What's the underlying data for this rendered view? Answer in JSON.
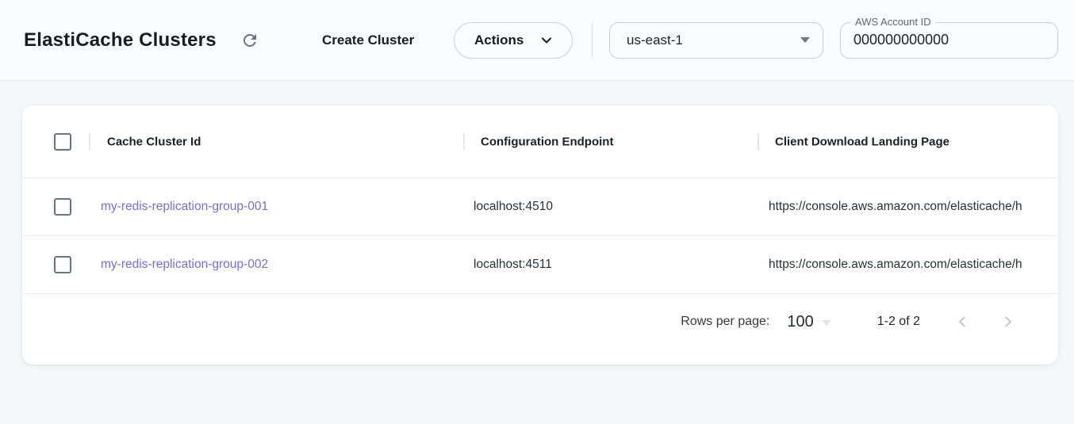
{
  "header": {
    "title": "ElastiCache Clusters",
    "create_cluster_label": "Create Cluster",
    "actions_label": "Actions",
    "region": {
      "selected": "us-east-1"
    },
    "account_id": {
      "label": "AWS Account ID",
      "value": "000000000000"
    }
  },
  "table": {
    "columns": {
      "cache_cluster_id": "Cache Cluster Id",
      "configuration_endpoint": "Configuration Endpoint",
      "client_download_landing_page": "Client Download Landing Page"
    },
    "rows": [
      {
        "cache_cluster_id": "my-redis-replication-group-001",
        "configuration_endpoint": "localhost:4510",
        "client_download_landing_page": "https://console.aws.amazon.com/elasticache/h"
      },
      {
        "cache_cluster_id": "my-redis-replication-group-002",
        "configuration_endpoint": "localhost:4511",
        "client_download_landing_page": "https://console.aws.amazon.com/elasticache/h"
      }
    ]
  },
  "pagination": {
    "rows_per_page_label": "Rows per page:",
    "rows_per_page_value": "100",
    "range_label": "1-2 of 2"
  },
  "icons": {
    "refresh": "refresh-icon",
    "actions_caret": "chevron-down-icon",
    "region_caret": "caret-down-icon",
    "rows_per_page_caret": "caret-down-icon",
    "prev": "chevron-left-icon",
    "next": "chevron-right-icon"
  },
  "colors": {
    "link": "#7a6bd9",
    "checkbox_border": "#64748b",
    "icon_slate": "#64748b",
    "page_background": "#f6f7f9",
    "topbar_background": "#fafbfc",
    "card_background": "#ffffff"
  }
}
